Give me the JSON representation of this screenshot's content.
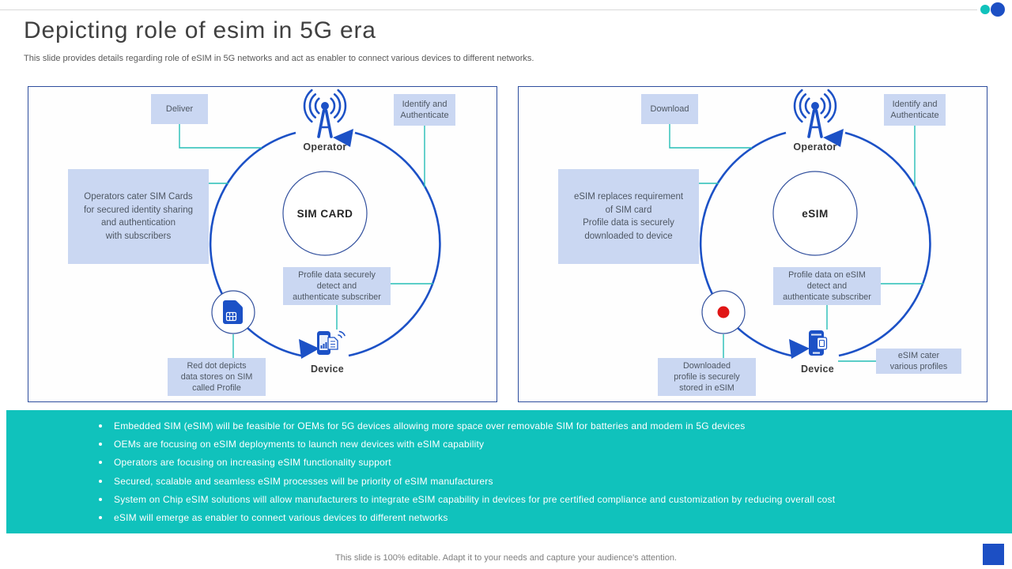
{
  "header": {
    "title": "Depicting role of esim in 5G era",
    "subtitle": "This slide provides details regarding role of eSIM in 5G networks and act as enabler to connect various devices to different networks."
  },
  "colors": {
    "accent_teal": "#10C2BC",
    "accent_blue": "#1C4FC4",
    "flow_blue": "#1C51C6",
    "box_fill": "#CAD7F2",
    "red_dot": "#E01515"
  },
  "panels": [
    {
      "top_left_box": "Deliver",
      "top_right_box": "Identify and\nAuthenticate",
      "operator_label": "Operator",
      "center_label": "SIM CARD",
      "side_desc_box": "Operators cater SIM Cards\nfor secured identity sharing\nand authentication\nwith subscribers",
      "profile_box": "Profile data securely\ndetect and\nauthenticate subscriber",
      "bottom_box": "Red dot depicts\ndata stores on SIM\ncalled Profile",
      "device_label": "Device"
    },
    {
      "top_left_box": "Download",
      "top_right_box": "Identify and\nAuthenticate",
      "operator_label": "Operator",
      "center_label": "eSIM",
      "side_desc_box": "eSIM replaces requirement\nof SIM card\nProfile data is securely\ndownloaded to device",
      "profile_box": "Profile data on eSIM\ndetect and\nauthenticate subscriber",
      "bottom_box": "Downloaded\nprofile is securely\nstored in eSIM",
      "device_label": "Device",
      "side_note_box": "eSIM cater\nvarious profiles"
    }
  ],
  "bullets": [
    "Embedded SIM (eSIM) will be feasible for OEMs for 5G devices allowing more space over removable SIM for batteries and modem in 5G devices",
    "OEMs are focusing on eSIM deployments to launch new devices with eSIM capability",
    "Operators are focusing on increasing eSIM functionality support",
    "Secured, scalable and seamless eSIM processes will be priority of eSIM manufacturers",
    "System on Chip eSIM solutions will allow manufacturers to integrate eSIM capability in devices for pre certified compliance and customization by reducing overall cost",
    "eSIM will emerge as enabler to connect various devices to different networks"
  ],
  "footer": {
    "note": "This slide is 100% editable. Adapt it to your needs and capture your audience's attention."
  }
}
